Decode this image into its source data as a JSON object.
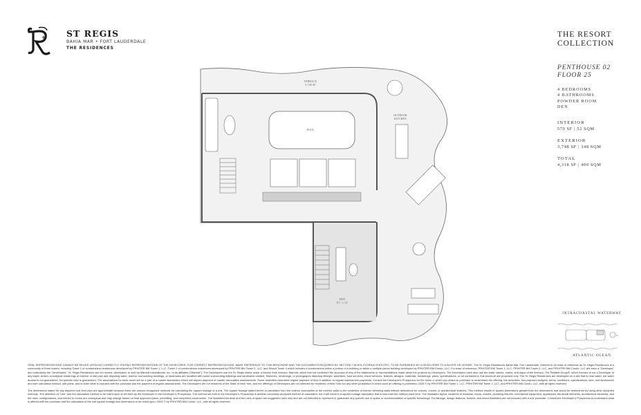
{
  "brand": {
    "logo_text": "SR",
    "name": "ST REGIS",
    "location": "BAHIA MAR • FORT LAUDERDALE",
    "subtitle": "THE RESIDENCES"
  },
  "info": {
    "collection": [
      "THE RESORT",
      "COLLECTION"
    ],
    "unit": "PENTHOUSE 02",
    "floor": "FLOOR 25",
    "rooms": [
      "4 BEDROOMS",
      "4 BATHROOMS",
      "POWDER ROOM",
      "DEN"
    ],
    "areas": [
      {
        "label": "INTERIOR",
        "value": "570 SF | 52 SQM"
      },
      {
        "label": "EXTERIOR",
        "value": "3,748 SF | 348 SQM"
      },
      {
        "label": "TOTAL",
        "value": "4,318 SF | 400 SQM"
      }
    ]
  },
  "plan": {
    "terrace": "TERRACE",
    "terrace_area": "3,748 SF",
    "pool": "POOL",
    "kitchen": [
      "OUTDOOR",
      "KITCHEN"
    ],
    "den": "DEN",
    "den_size": "8'1\" x 13'"
  },
  "key_plan": {
    "top": "INTRACOASTAL WATERWAY",
    "bottom": "ATLANTIC OCEAN",
    "north": "N"
  },
  "colors": {
    "floor": "#f2f2f2",
    "wall": "#555555",
    "highlight": "#d0d0d0"
  },
  "disclaimer": [
    "ORAL REPRESENTATIONS CANNOT BE RELIED UPON AS CORRECTLY STATING REPRESENTATIONS OF THE DEVELOPER. FOR CORRECT REPRESENTATIONS, MAKE REFERENCE TO THIS BROCHURE AND THE DOCUMENTS REQUIRED BY SECTION 718.503, FLORIDA STATUTES, TO BE FURNISHED BY A DEVELOPER TO A BUYER OR LESSEE. The St. Regis Residences Bahia Mar, Fort Lauderdale, referred to for ease of reference as St. Regis Residences is a community of three towers, including Tower 1 of condominium residences developed by PRH/TRR BM Tower 1, LLC, Tower 2 of condominium residences developed by PRH/TRR BM Tower 2, LLC, and Resort Tower 3 which includes a condominium within a portion of a building or within a multiple parcel building developed by PRH/TRR BM Condo, LLC. For ease of reference, PRH/TRR BM Tower 1, LLC, PRH/TRR BM Tower 2, LLC, and PRH/TRR BM Condo, LLC are each a \"Developer\" and collectively the \"Developers.\" St. Regis Residences are not owned, developed, or sold by Marriott International, Inc. or its affiliates (\"Marriott\"). The Developers use the St. Regis marks under a license from licensor, Marriott, which has not confirmed the accuracy of any of the statements or representations made about the projects by Developers. The Developers each also use the trade names, marks, and logos of the licensor, The Related Group®, which licensor is not a Developer of any tower. Artist's conceptual renderings of exterior or site plan and depicting water, marina, surrounding buildings, or landmarks are modified with some surrounding buildings and landmarks omitted. Sketches, renderings, or photographs depicting lifestyle, amenities, food services, resort services, finishes, designs, materials, furnishings, plans, specifications, or art contained in this brochure are proposed only. The St. Regis Residences are developed on a site that is near water, but water access is not guaranteed. No specific view is guaranteed. The associations for each tower will be a part of a master association which will require payment of master association assessments. Some amenities described require payment of fees in addition to regular assessment payments. Consult the Developer's Prospectus for the tower in which you desire to purchase to understand the offering, the amenities, the proposed budgets, terms, conditions, specifications, fees, unit dimensions and size calculation method, site plans, and to learn what is included with the purchase and the payment of regular assessments. The Developers are not residents of the State of New York, and the offerings of Developers are not intended for residents of New York nor any other jurisdiction in which such an offering is prohibited. 2025 © by PRH/TRR BM Tower 1, LLC, PRH/TRR BM Tower 2, LLC, and PRH/TRR BM Condo, LLC, with all rights reserved.",
    "The dimensions stated for any depicted unit floor plan are approximate because there are various recognized methods for calculating the square footage of a unit. The square footage stated herein is calculated from the exterior boundaries of the exterior walls to the centerline of interior demising walls without deductions for cutouts, curves, or architectural features. This method results in quoted dimensions greater than the dimensions that would be determined by using other accepted methods. The definition of \"Unit\" and the calculation method to be relied upon is set forth by the Developer in the Developer's Prospectus. The method set forth in the Developer's Prospectus is another commonly accepted method of calculation, but it will result in a square footage calculation that is less than the method used here. The illustrated layout, locations of windows, doors, closets, plumbing fixtures, mechanical equipment, appliances, structural elements, architectural elements, and the uses, configurations, and entries to rooms are conceptual and may change based on final approved plans, permitting, and completed construction. The illustrated furniture and the uses of space are suggested uses only and are not intended to represent or guarantee any specific use of space or accommodation of specific furnishings. Furnishings, design features, fixtures, and decor illustrated are not included with a unit purchase. Consult the Developer's Prospectus to understand what is offered with the purchase and the calculation of the unit square footage and dimensions to be relied upon. 2025 © by PRH/TRR BM Condo, LLC, with all rights reserved."
  ]
}
